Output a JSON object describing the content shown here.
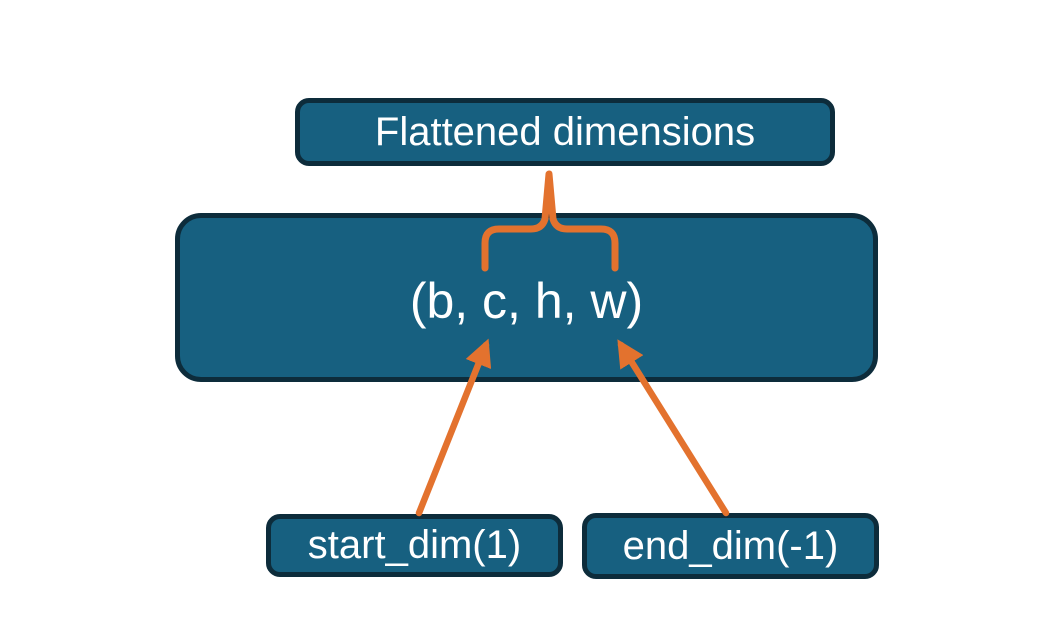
{
  "colors": {
    "box_fill": "#176080",
    "box_border": "#0D2C3B",
    "arrow_orange": "#E3722E",
    "box_text": "#FFFFFF",
    "background": "#FFFFFF"
  },
  "diagram": {
    "title_box": {
      "label": "Flattened dimensions"
    },
    "tensor_box": {
      "label": "(b, c, h, w)"
    },
    "start_box": {
      "label": "start_dim(1)"
    },
    "end_box": {
      "label": "end_dim(-1)"
    }
  }
}
